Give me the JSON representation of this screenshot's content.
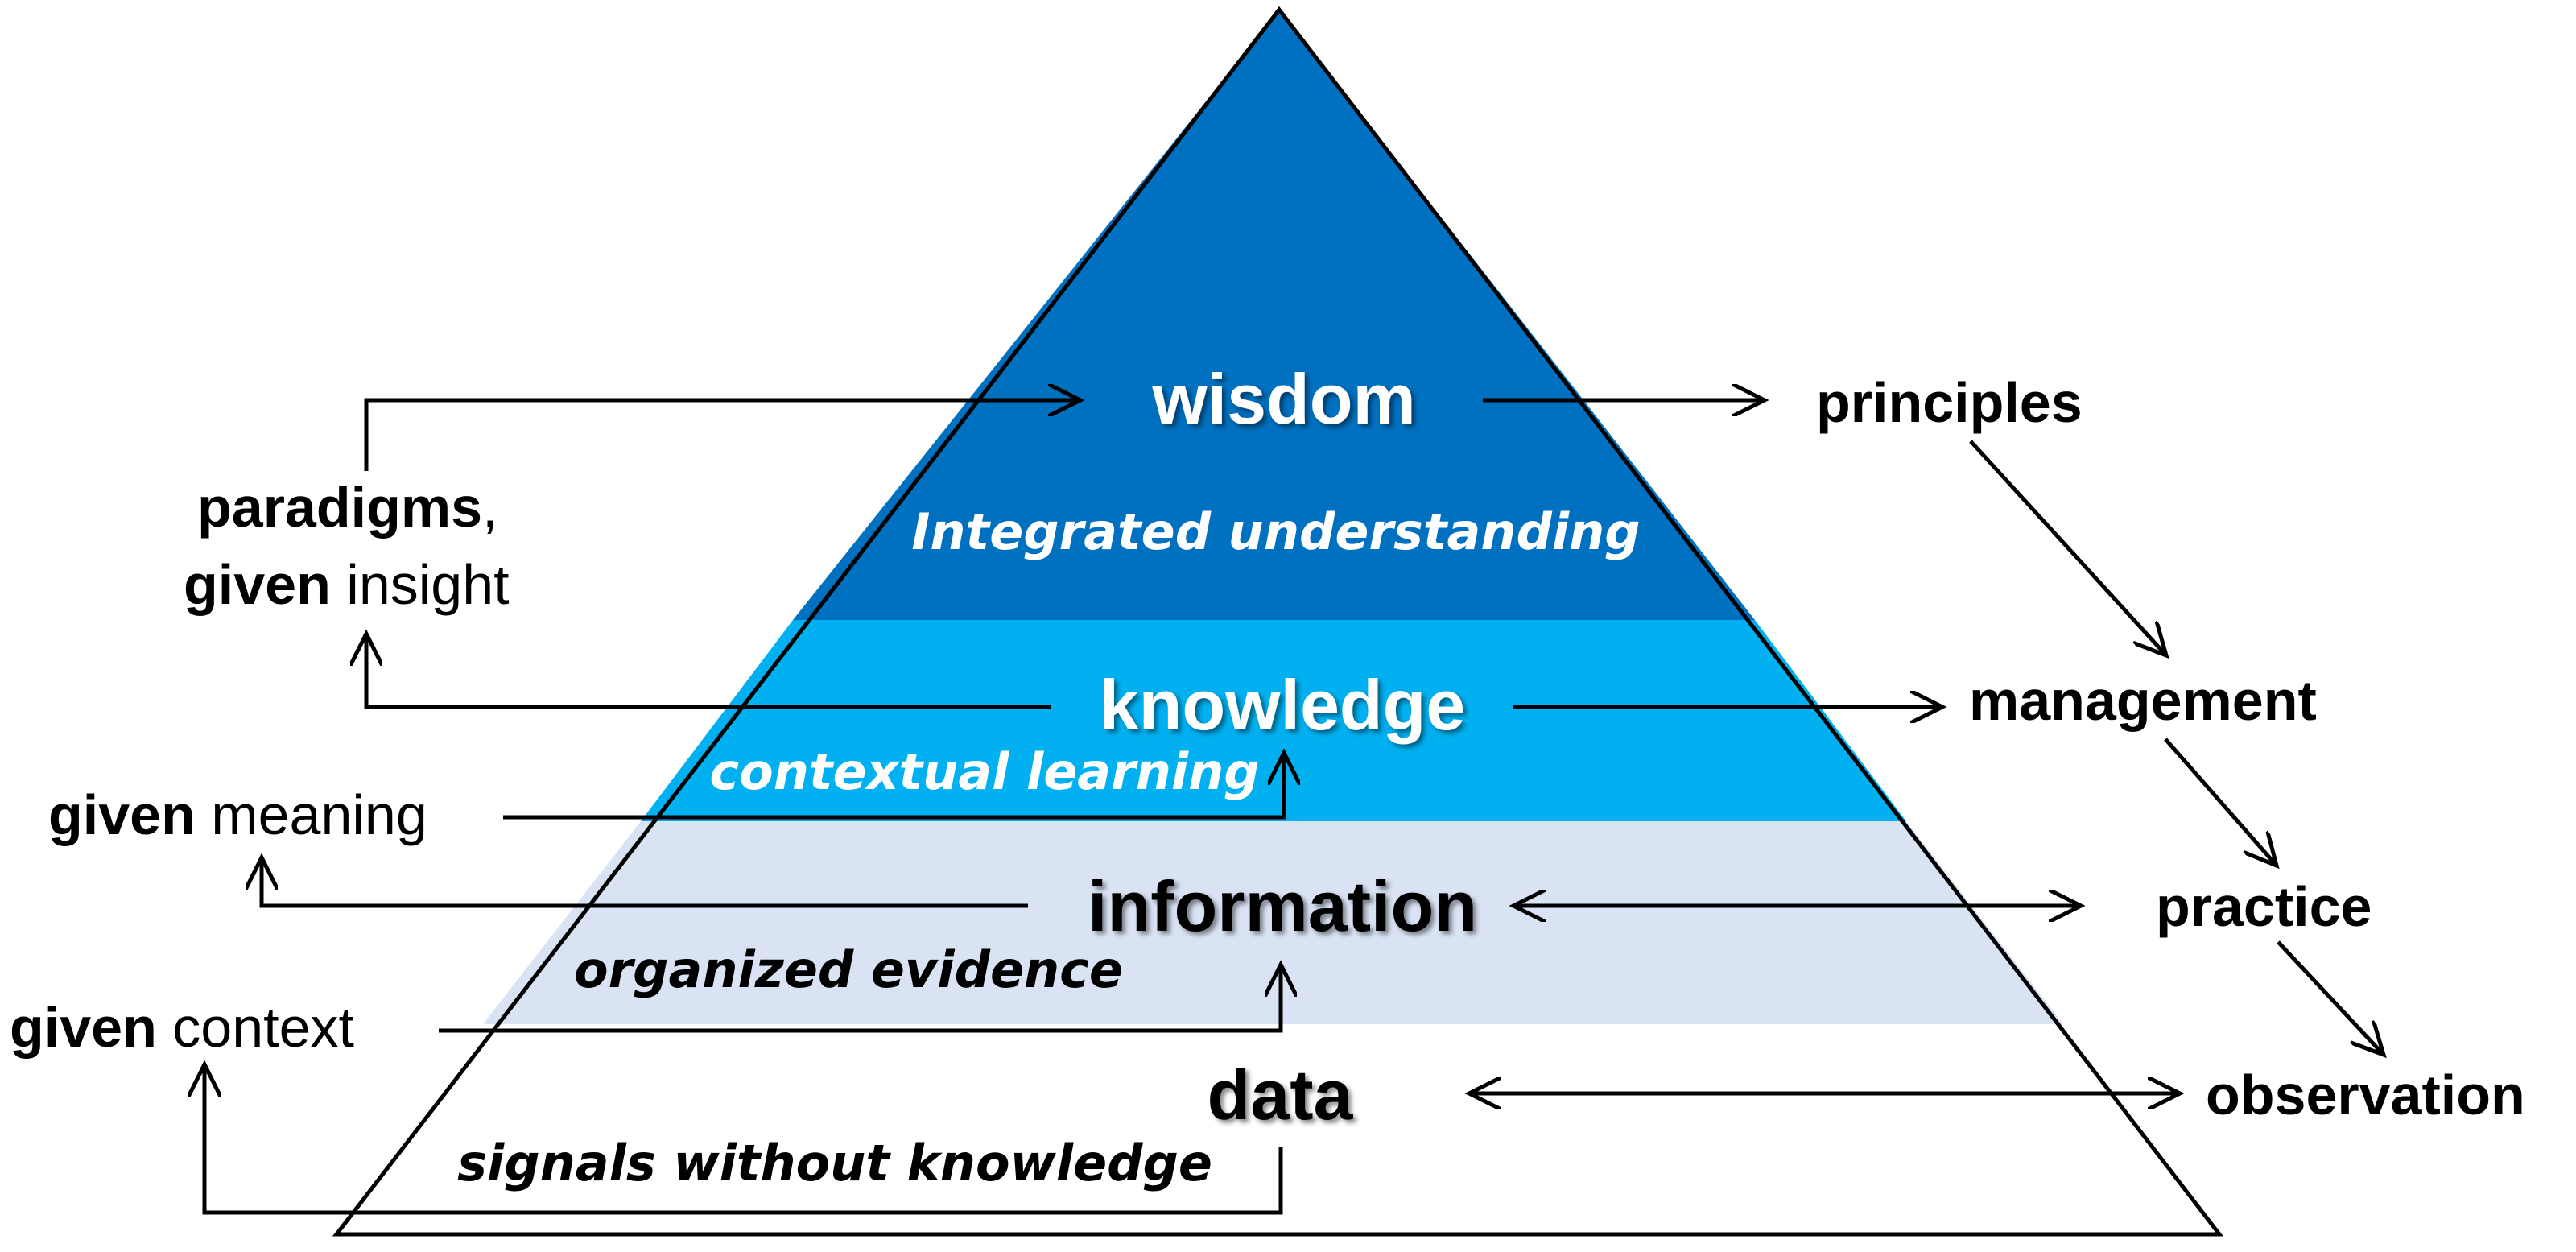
{
  "colors": {
    "wisdom": "#0070c0",
    "knowledge": "#00b0f0",
    "information": "#d9e3f4",
    "data": "#ffffff",
    "text_light": "#ffffff",
    "text_dark": "#000000"
  },
  "pyramid": {
    "wisdom": {
      "title": "wisdom",
      "subtitle": "Integrated understanding"
    },
    "knowledge": {
      "title": "knowledge",
      "subtitle": "contextual learning"
    },
    "information": {
      "title": "information",
      "subtitle": "organized evidence"
    },
    "data": {
      "title": "data",
      "subtitle": "signals without knowledge"
    }
  },
  "left": {
    "paradigms_bold": "paradigms",
    "paradigms_comma": ",",
    "insight_bold": "given",
    "insight_rest": " insight",
    "meaning_bold": "given",
    "meaning_rest": " meaning",
    "context_bold": "given",
    "context_rest": " context"
  },
  "right": {
    "principles": "principles",
    "management": "management",
    "practice": "practice",
    "observation": "observation"
  }
}
